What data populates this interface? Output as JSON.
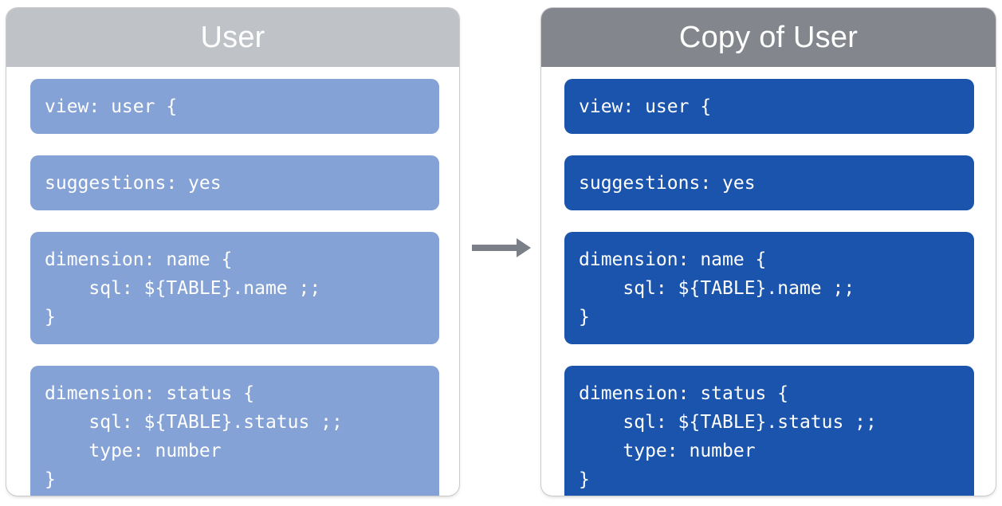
{
  "diagram": {
    "type": "copy-comparison",
    "arrow": {
      "icon": "arrow-right-icon",
      "direction": "right",
      "color": "#7a7f88",
      "meaning": "copied to"
    },
    "colors": {
      "source_header_bg": "#bfc2c6",
      "copy_header_bg": "#83878d",
      "source_block_bg": "#85a2d6",
      "copy_block_bg": "#1b54ac",
      "card_bg": "#ffffff",
      "text": "#ffffff",
      "page_bg": "#ffffff"
    },
    "panels": [
      {
        "id": "source",
        "title": "User",
        "blocks": [
          {
            "name": "view-declaration",
            "code": "view: user {"
          },
          {
            "name": "suggestions-parameter",
            "code": "suggestions: yes"
          },
          {
            "name": "dimension-name",
            "code": "dimension: name {\n    sql: ${TABLE}.name ;;\n}"
          },
          {
            "name": "dimension-status",
            "code": "dimension: status {\n    sql: ${TABLE}.status ;;\n    type: number\n}"
          }
        ]
      },
      {
        "id": "copy",
        "title": "Copy of User",
        "blocks": [
          {
            "name": "view-declaration",
            "code": "view: user {"
          },
          {
            "name": "suggestions-parameter",
            "code": "suggestions: yes"
          },
          {
            "name": "dimension-name",
            "code": "dimension: name {\n    sql: ${TABLE}.name ;;\n}"
          },
          {
            "name": "dimension-status",
            "code": "dimension: status {\n    sql: ${TABLE}.status ;;\n    type: number\n}"
          }
        ]
      }
    ]
  }
}
